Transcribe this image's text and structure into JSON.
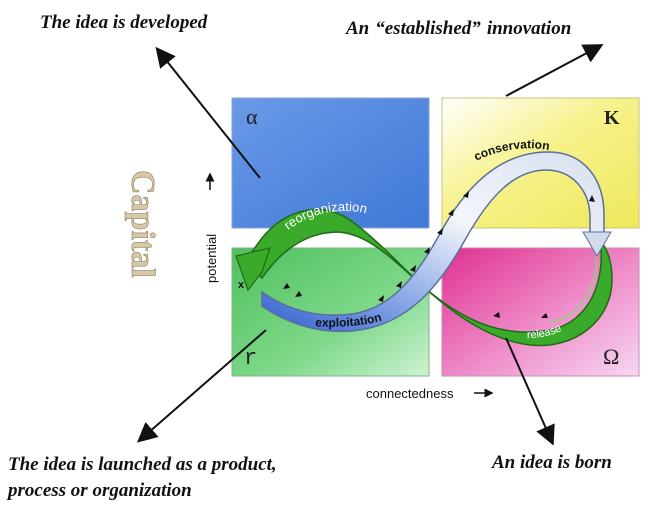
{
  "captions": {
    "developed": "The idea is developed",
    "established_pre": "An",
    "established_quoted": "“established”",
    "established_post": "innovation",
    "launched_line1": "The idea is launched as a product,",
    "launched_line2": "process or organization",
    "born": "An idea is born"
  },
  "quadrants": {
    "alpha": {
      "symbol": "α",
      "color": "#5b8fe0"
    },
    "kappa": {
      "symbol": "K",
      "color": "#f4f077"
    },
    "r": {
      "symbol": "r",
      "color": "#5fca70"
    },
    "omega": {
      "symbol": "Ω",
      "color": "#e44fa8"
    }
  },
  "cycle": {
    "reorganization": "reorganization",
    "exploitation": "exploitation",
    "conservation": "conservation",
    "release": "release",
    "x_marker": "x"
  },
  "axes": {
    "potential": "potential",
    "connectedness": "connectedness",
    "capital_watermark": "Capital"
  }
}
